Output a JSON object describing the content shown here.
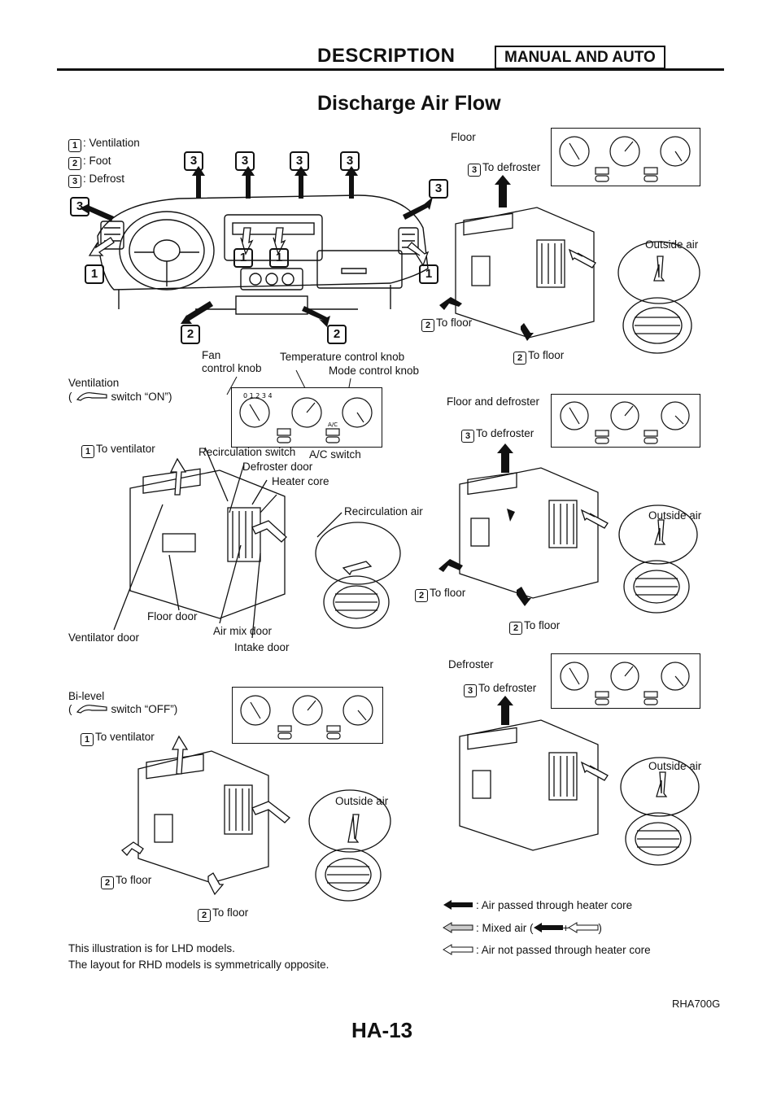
{
  "header": {
    "section": "DESCRIPTION",
    "badge": "MANUAL AND AUTO"
  },
  "page_title": "Discharge Air Flow",
  "legend_outlets": [
    {
      "num": "1",
      "label": ": Ventilation"
    },
    {
      "num": "2",
      "label": ": Foot"
    },
    {
      "num": "3",
      "label": ": Defrost"
    }
  ],
  "numbers": {
    "one": "1",
    "two": "2",
    "three": "3"
  },
  "dash": {
    "top_arrows": [
      "3",
      "3",
      "3",
      "3"
    ],
    "side_left": "3",
    "side_right": "3",
    "vent_left": "1",
    "vent_center_a": "1",
    "vent_center_b": "1",
    "vent_right": "1",
    "foot_left": "2",
    "foot_right": "2"
  },
  "ventilation": {
    "mode": "Ventilation",
    "switch_state": "switch “ON”)",
    "fan_knob_l1": "Fan",
    "fan_knob_l2": "control knob",
    "temp_knob": "Temperature control knob",
    "mode_knob": "Mode control knob",
    "to_ventilator": "To ventilator",
    "recirc_switch": "Recirculation switch",
    "ac_switch": "A/C switch",
    "defroster_door": "Defroster door",
    "heater_core": "Heater core",
    "recirc_air": "Recirculation air",
    "floor_door": "Floor door",
    "ventilator_door": "Ventilator door",
    "air_mix_door": "Air mix door",
    "intake_door": "Intake door"
  },
  "bilevel": {
    "mode": "Bi-level",
    "switch_state": "switch “OFF”)",
    "to_ventilator": "To ventilator",
    "outside_air": "Outside air",
    "to_floor_a": "To floor",
    "to_floor_b": "To floor"
  },
  "floor": {
    "mode": "Floor",
    "to_defroster": "To defroster",
    "outside_air": "Outside air",
    "to_floor_a": "To floor",
    "to_floor_b": "To floor"
  },
  "floor_defroster": {
    "mode": "Floor and defroster",
    "to_defroster": "To defroster",
    "outside_air": "Outside air",
    "to_floor_a": "To floor",
    "to_floor_b": "To floor"
  },
  "defroster": {
    "mode": "Defroster",
    "to_defroster": "To defroster",
    "outside_air": "Outside air"
  },
  "control_panel": {
    "fan_digits": "0 1 2 3 4",
    "ac_label": "A/C"
  },
  "arrow_legend": {
    "passed": ": Air passed through heater core",
    "mixed_prefix": ": Mixed air (",
    "mixed_plus": "+",
    "mixed_suffix": ")",
    "not_passed": ": Air not passed through heater core"
  },
  "notes": {
    "line1": "This illustration is for LHD models.",
    "line2": "The layout for RHD models is symmetrically opposite."
  },
  "figure_code": "RHA700G",
  "page_number": "HA-13"
}
